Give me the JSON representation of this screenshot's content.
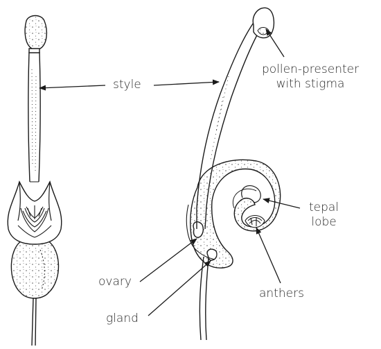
{
  "labels": {
    "style": "style",
    "pollen_presenter_line1": "pollen-presenter",
    "pollen_presenter_line2": "with stigma",
    "tepal_line1": "tepal",
    "tepal_line2": "lobe",
    "ovary": "ovary",
    "anthers": "anthers",
    "gland": "gland"
  },
  "colors": {
    "ink": "#1a1a1a",
    "label_text": "#2a2a2a",
    "background": "#ffffff"
  }
}
